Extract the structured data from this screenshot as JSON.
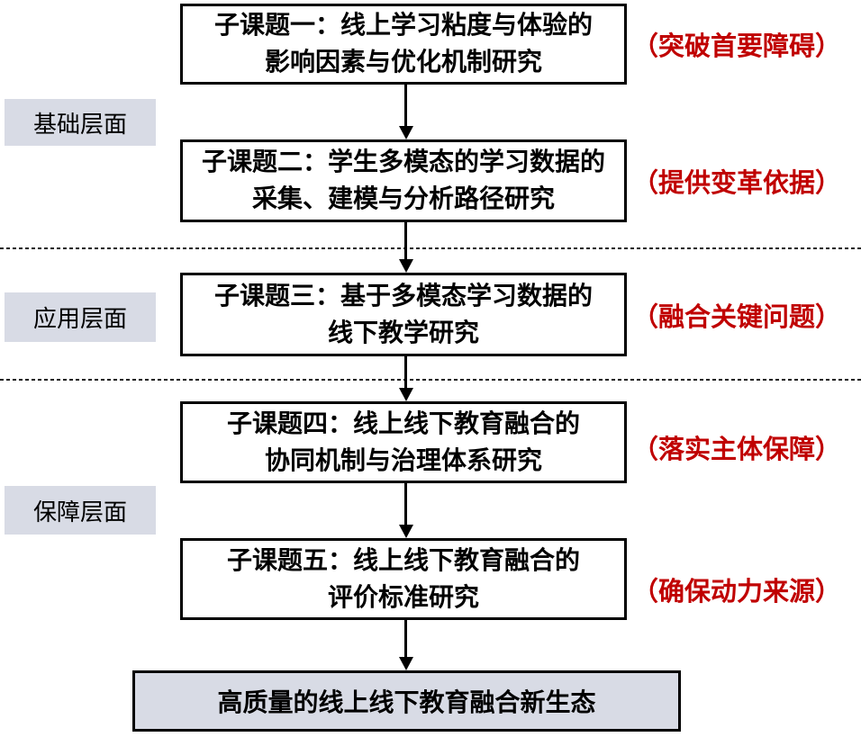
{
  "diagram": {
    "layers": [
      {
        "label": "基础层面"
      },
      {
        "label": "应用层面"
      },
      {
        "label": "保障层面"
      }
    ],
    "subtopics": [
      {
        "line1": "子课题一：线上学习粘度与体验的",
        "line2": "影响因素与优化机制研究",
        "annotation": "（突破首要障碍）"
      },
      {
        "line1": "子课题二：学生多模态的学习数据的",
        "line2": "采集、建模与分析路径研究",
        "annotation": "（提供变革依据）"
      },
      {
        "line1": "子课题三：基于多模态学习数据的",
        "line2": "线下教学研究",
        "annotation": "（融合关键问题）"
      },
      {
        "line1": "子课题四：线上线下教育融合的",
        "line2": "协同机制与治理体系研究",
        "annotation": "（落实主体保障）"
      },
      {
        "line1": "子课题五：线上线下教育融合的",
        "line2": "评价标准研究",
        "annotation": "（确保动力来源）"
      }
    ],
    "outcome": "高质量的线上线下教育融合新生态",
    "colors": {
      "annotation_red": "#c00000",
      "layer_fill": "#d8dbe5",
      "line_black": "#000000"
    }
  }
}
